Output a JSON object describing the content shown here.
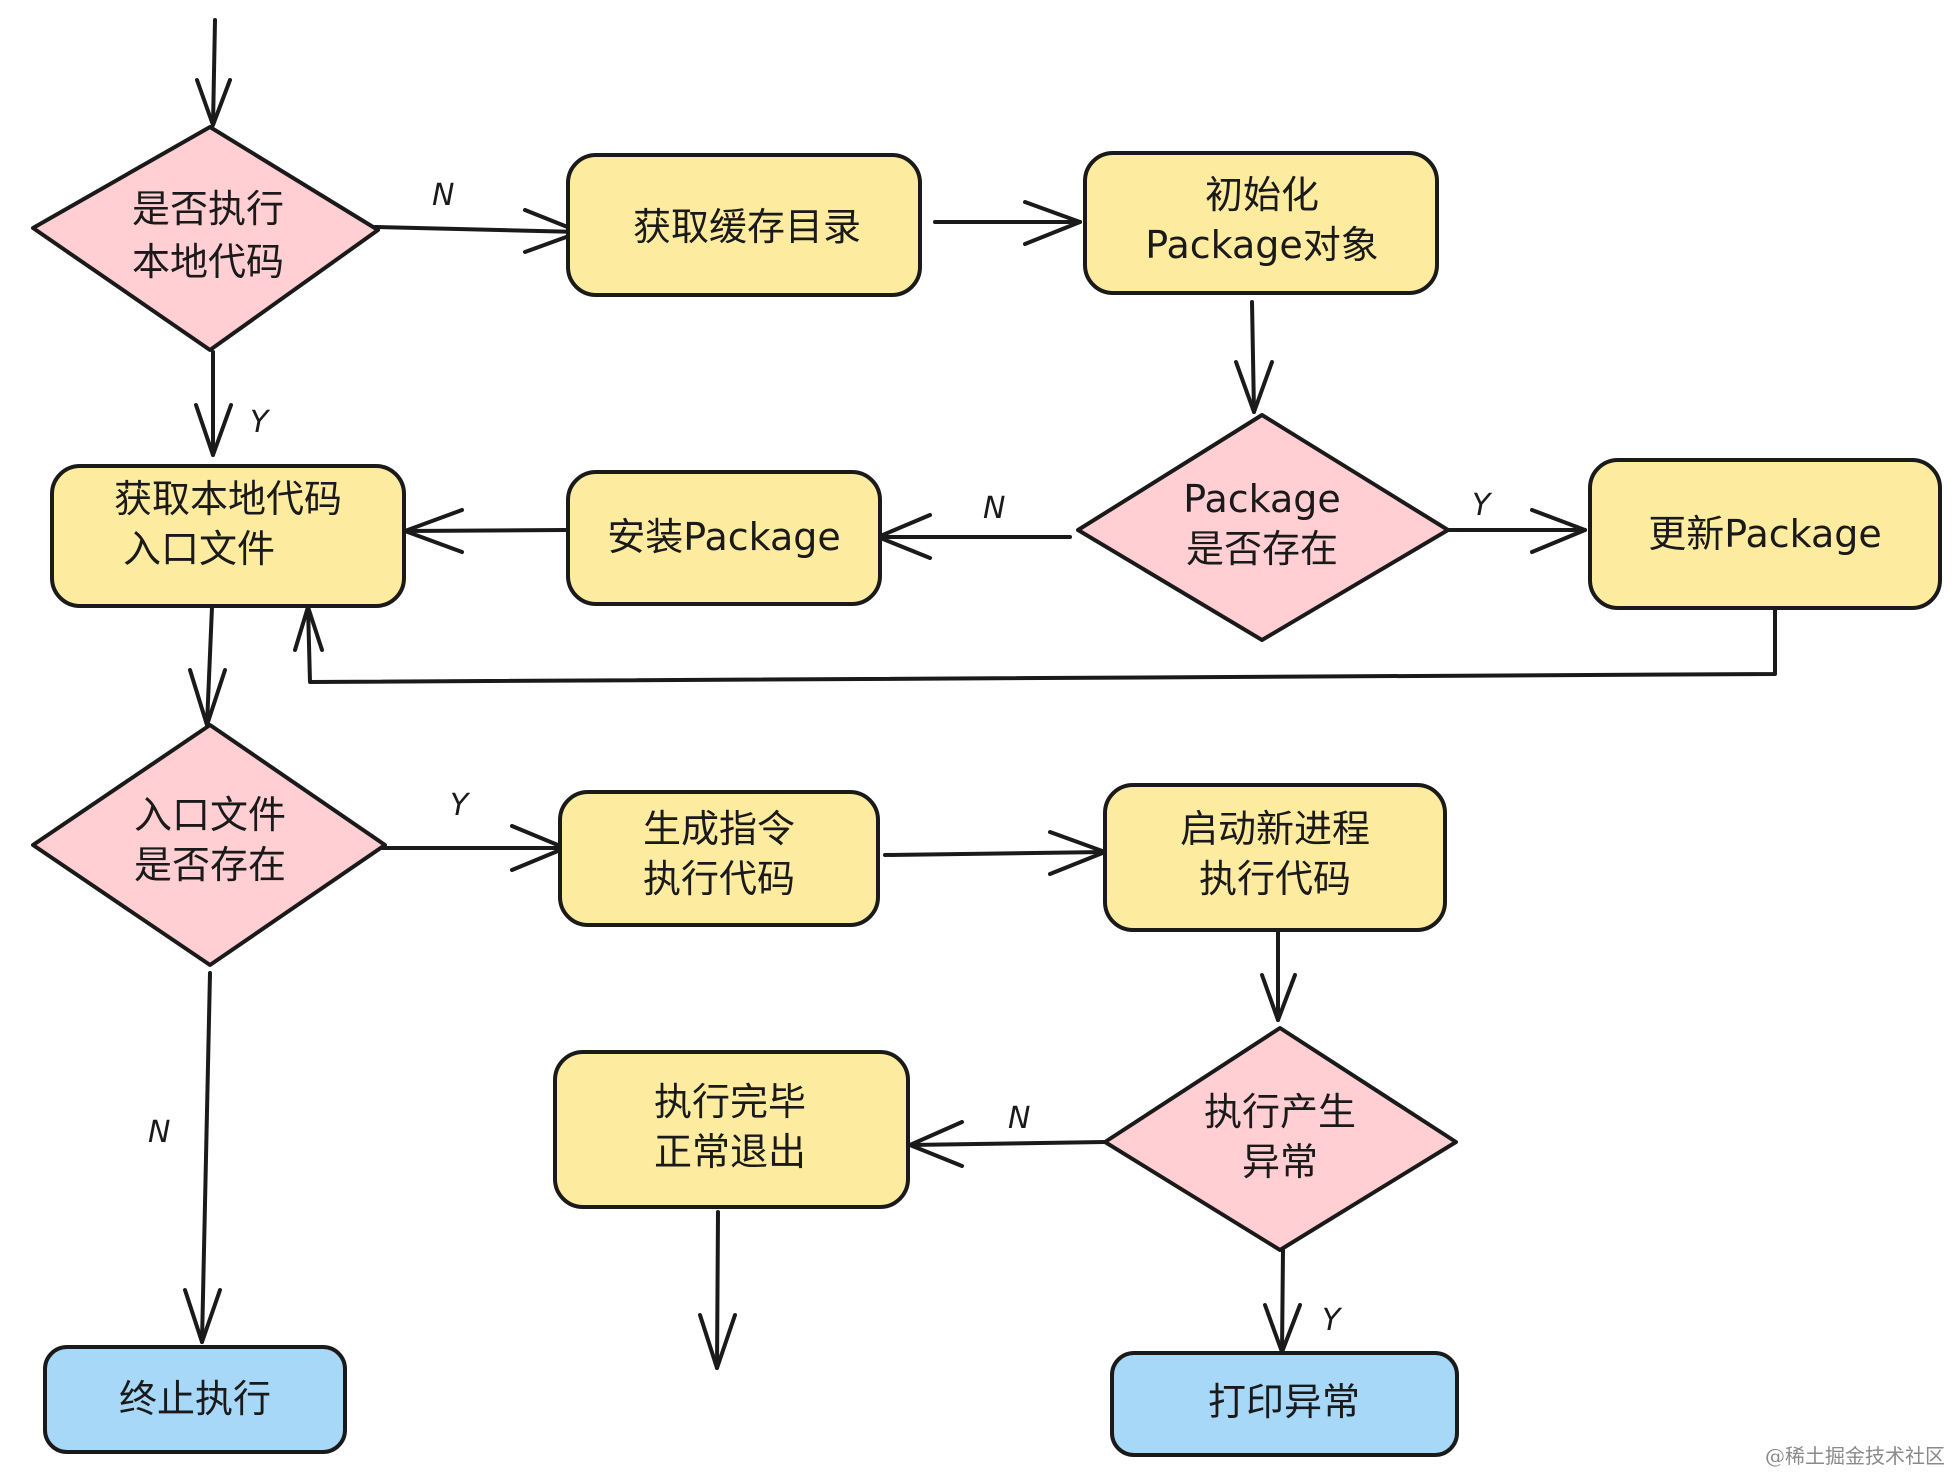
{
  "nodes": {
    "is_local": {
      "line1": "是否执行",
      "line2": "本地代码"
    },
    "get_cache": {
      "line1": "获取缓存目录"
    },
    "init_package": {
      "line1": "初始化",
      "line2": "Package对象"
    },
    "package_exists": {
      "line1": "Package",
      "line2": "是否存在"
    },
    "update_package": {
      "line1": "更新Package"
    },
    "install_package": {
      "line1": "安装Package"
    },
    "get_entry": {
      "line1": "获取本地代码",
      "line2": "入口文件"
    },
    "entry_exists": {
      "line1": "入口文件",
      "line2": "是否存在"
    },
    "gen_command": {
      "line1": "生成指令",
      "line2": "执行代码"
    },
    "new_process": {
      "line1": "启动新进程",
      "line2": "执行代码"
    },
    "has_exception": {
      "line1": "执行产生",
      "line2": "异常"
    },
    "normal_exit": {
      "line1": "执行完毕",
      "line2": "正常退出"
    },
    "terminate": {
      "line1": "终止执行"
    },
    "print_exception": {
      "line1": "打印异常"
    }
  },
  "edge_labels": {
    "is_local_no": "N",
    "is_local_yes": "Y",
    "package_exists_no": "N",
    "package_exists_yes": "Y",
    "entry_exists_yes": "Y",
    "entry_exists_no": "N",
    "has_exception_no": "N",
    "has_exception_yes": "Y"
  },
  "watermark": "@稀土掘金技术社区",
  "colors": {
    "process": "#fdeca0",
    "decision": "#ffcfd3",
    "terminal": "#a7d8f8",
    "stroke": "#1a1a1a"
  }
}
